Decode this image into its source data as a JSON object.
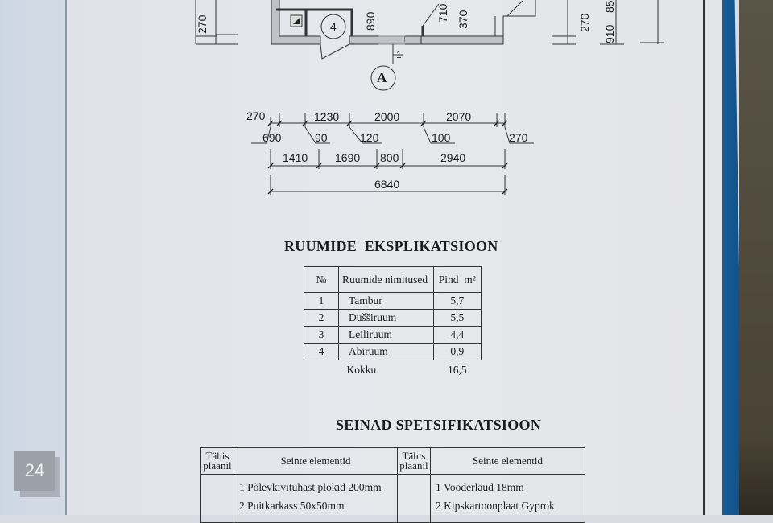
{
  "plan": {
    "room_marker": "4",
    "section_marker": "1",
    "axis_label": "A",
    "vertical_dims_left": [
      "270"
    ],
    "vertical_dims_plan": [
      "890",
      "710",
      "370"
    ],
    "vertical_dims_right": [
      "270",
      "910",
      "85"
    ],
    "dim_row1": [
      "270",
      "1230",
      "2000",
      "2070"
    ],
    "dim_row1_leaders": [
      "690",
      "90",
      "120",
      "100",
      "270"
    ],
    "dim_row2": [
      "1410",
      "1690",
      "800",
      "2940"
    ],
    "dim_total": "6840"
  },
  "rooms": {
    "title": "RUUMIDE  EKSPLIKATSIOON",
    "headers": [
      "№",
      "Ruumide nimitused",
      "Pind  m²"
    ],
    "rows": [
      {
        "no": "1",
        "name": "Tambur",
        "area": "5,7"
      },
      {
        "no": "2",
        "name": "Dušširuum",
        "area": "5,5"
      },
      {
        "no": "3",
        "name": "Leiliruum",
        "area": "4,4"
      },
      {
        "no": "4",
        "name": "Abiruum",
        "area": "0,9"
      }
    ],
    "total_label": "Kokku",
    "total_value": "16,5"
  },
  "walls": {
    "title": "SEINAD SPETSIFIKATSIOON",
    "headers": [
      "Tähis plaanil",
      "Seinte elementid",
      "Tähis plaanil",
      "Seinte elementid"
    ],
    "left_items": [
      "1 Põlevkivituhast plokid 200mm",
      "2 Puitkarkass 50x50mm"
    ],
    "right_items": [
      "1 Vooderlaud 18mm",
      "2 Kipskartoonplaat Gyprok"
    ]
  },
  "watermark": "24",
  "colors": {
    "binder": "#1a5d97",
    "paper": "#e3e6ea",
    "ink": "#1c1c1e"
  }
}
